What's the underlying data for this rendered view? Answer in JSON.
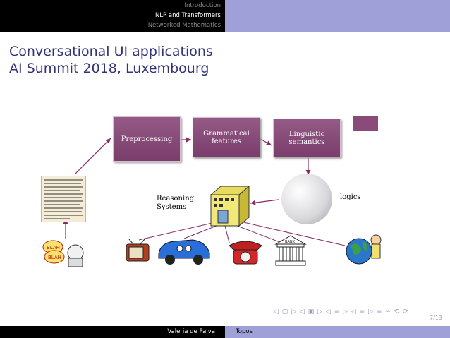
{
  "nav": {
    "sections": [
      "Introduction",
      "NLP and Transformers",
      "Networked Mathematics"
    ],
    "active_index": 1
  },
  "frame": {
    "title_line1": "Conversational UI applications",
    "title_line2": "AI Summit 2018, Luxembourg"
  },
  "diagram": {
    "box_preprocessing": "Preprocessing",
    "box_grammatical_1": "Grammatical",
    "box_grammatical_2": "features",
    "box_linguistic_1": "Linguistic",
    "box_linguistic_2": "semantics",
    "reasoning_1": "Reasoning",
    "reasoning_2": "Systems",
    "logics": "logics",
    "bank_sign": "BANK",
    "speech_1": "BLAH",
    "speech_2": "BLAH"
  },
  "beamer_nav": "◁ ▢ ▷ ◁ ▣ ▷ ◁ ≡ ▷ ◁ ≡ ▷  ≡  ∽ ⟲ ⟳",
  "page_number": "7/13",
  "footer": {
    "author": "Valeria de Paiva",
    "topic": "Topos"
  },
  "colors": {
    "header_bg": "#000000",
    "header_accent": "#a0a0d8",
    "title": "#33337a",
    "box": "#8a4a7a"
  }
}
